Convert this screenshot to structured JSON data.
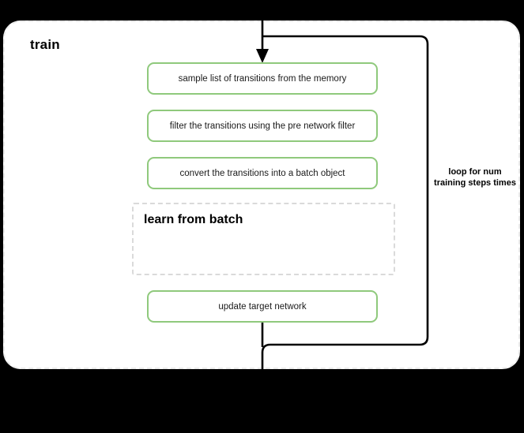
{
  "diagram": {
    "title": "train",
    "outer_container": {
      "name": "train",
      "border_style": "dashed",
      "border_color": "#ebebeb",
      "background": "#ffffff"
    },
    "steps": [
      {
        "id": "sample",
        "label": "sample list of transitions from the memory"
      },
      {
        "id": "filter",
        "label": "filter the transitions using the pre network filter"
      },
      {
        "id": "convert",
        "label": "convert the transitions into a batch object"
      },
      {
        "id": "update",
        "label": "update target network"
      }
    ],
    "subgraph": {
      "id": "learn-from-batch",
      "title": "learn from batch",
      "border_style": "dashed",
      "border_color": "#dadada"
    },
    "loop": {
      "label": "loop for num training steps times",
      "line_color": "#000000"
    },
    "colors": {
      "step_border": "#8fc97c",
      "step_fill": "#ffffff",
      "text": "#1a1a1a",
      "connector": "#000000",
      "page_background": "#000000"
    }
  }
}
